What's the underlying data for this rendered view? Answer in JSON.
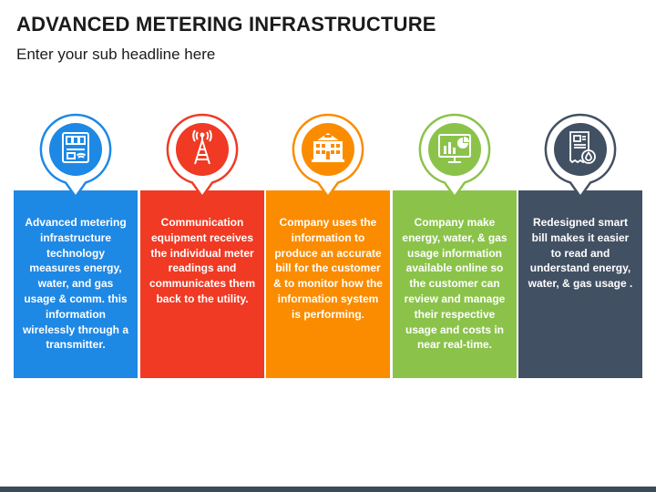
{
  "header": {
    "title": "ADVANCED METERING INFRASTRUCTURE",
    "subtitle": "Enter your sub headline here"
  },
  "steps": [
    {
      "icon": "smart-meter-icon",
      "color": "#1e88e5",
      "text": "Advanced metering infrastructure technology measures energy, water, and gas usage & comm. this information wirelessly through a transmitter."
    },
    {
      "icon": "transmission-tower-icon",
      "color": "#f03a24",
      "text": "Communication equipment receives the individual meter readings and communicates them back to the utility."
    },
    {
      "icon": "utility-building-icon",
      "color": "#fb8c00",
      "text": "Company uses the information to produce an accurate bill for the customer & to monitor how the information system is performing."
    },
    {
      "icon": "online-dashboard-icon",
      "color": "#8bc34a",
      "text": "Company make energy, water, & gas usage information available online so the customer can review and manage their respective usage and costs in near real-time."
    },
    {
      "icon": "smart-bill-icon",
      "color": "#425063",
      "text": "Redesigned smart bill makes it easier to read and understand energy, water, & gas usage ."
    }
  ]
}
